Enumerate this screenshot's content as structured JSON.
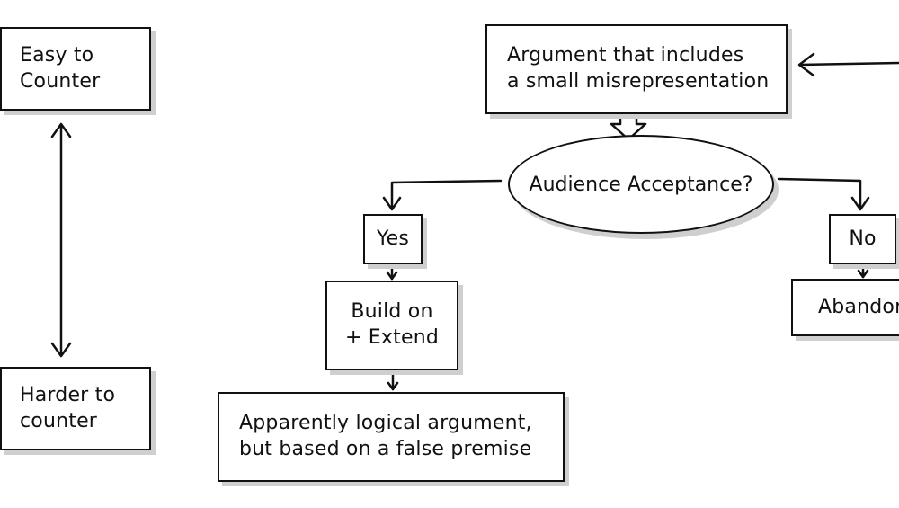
{
  "nodes": {
    "easy_counter": [
      "Easy to",
      "Counter"
    ],
    "harder_counter": [
      "Harder to",
      "counter"
    ],
    "argument": [
      "Argument that includes",
      "a small misrepresentation"
    ],
    "acceptance": "Audience Acceptance?",
    "yes": "Yes",
    "no": "No",
    "build": [
      "Build on",
      "+ Extend"
    ],
    "abandon": "Abandon",
    "apparent": [
      "Apparently logical argument,",
      "but based on a false premise"
    ]
  }
}
